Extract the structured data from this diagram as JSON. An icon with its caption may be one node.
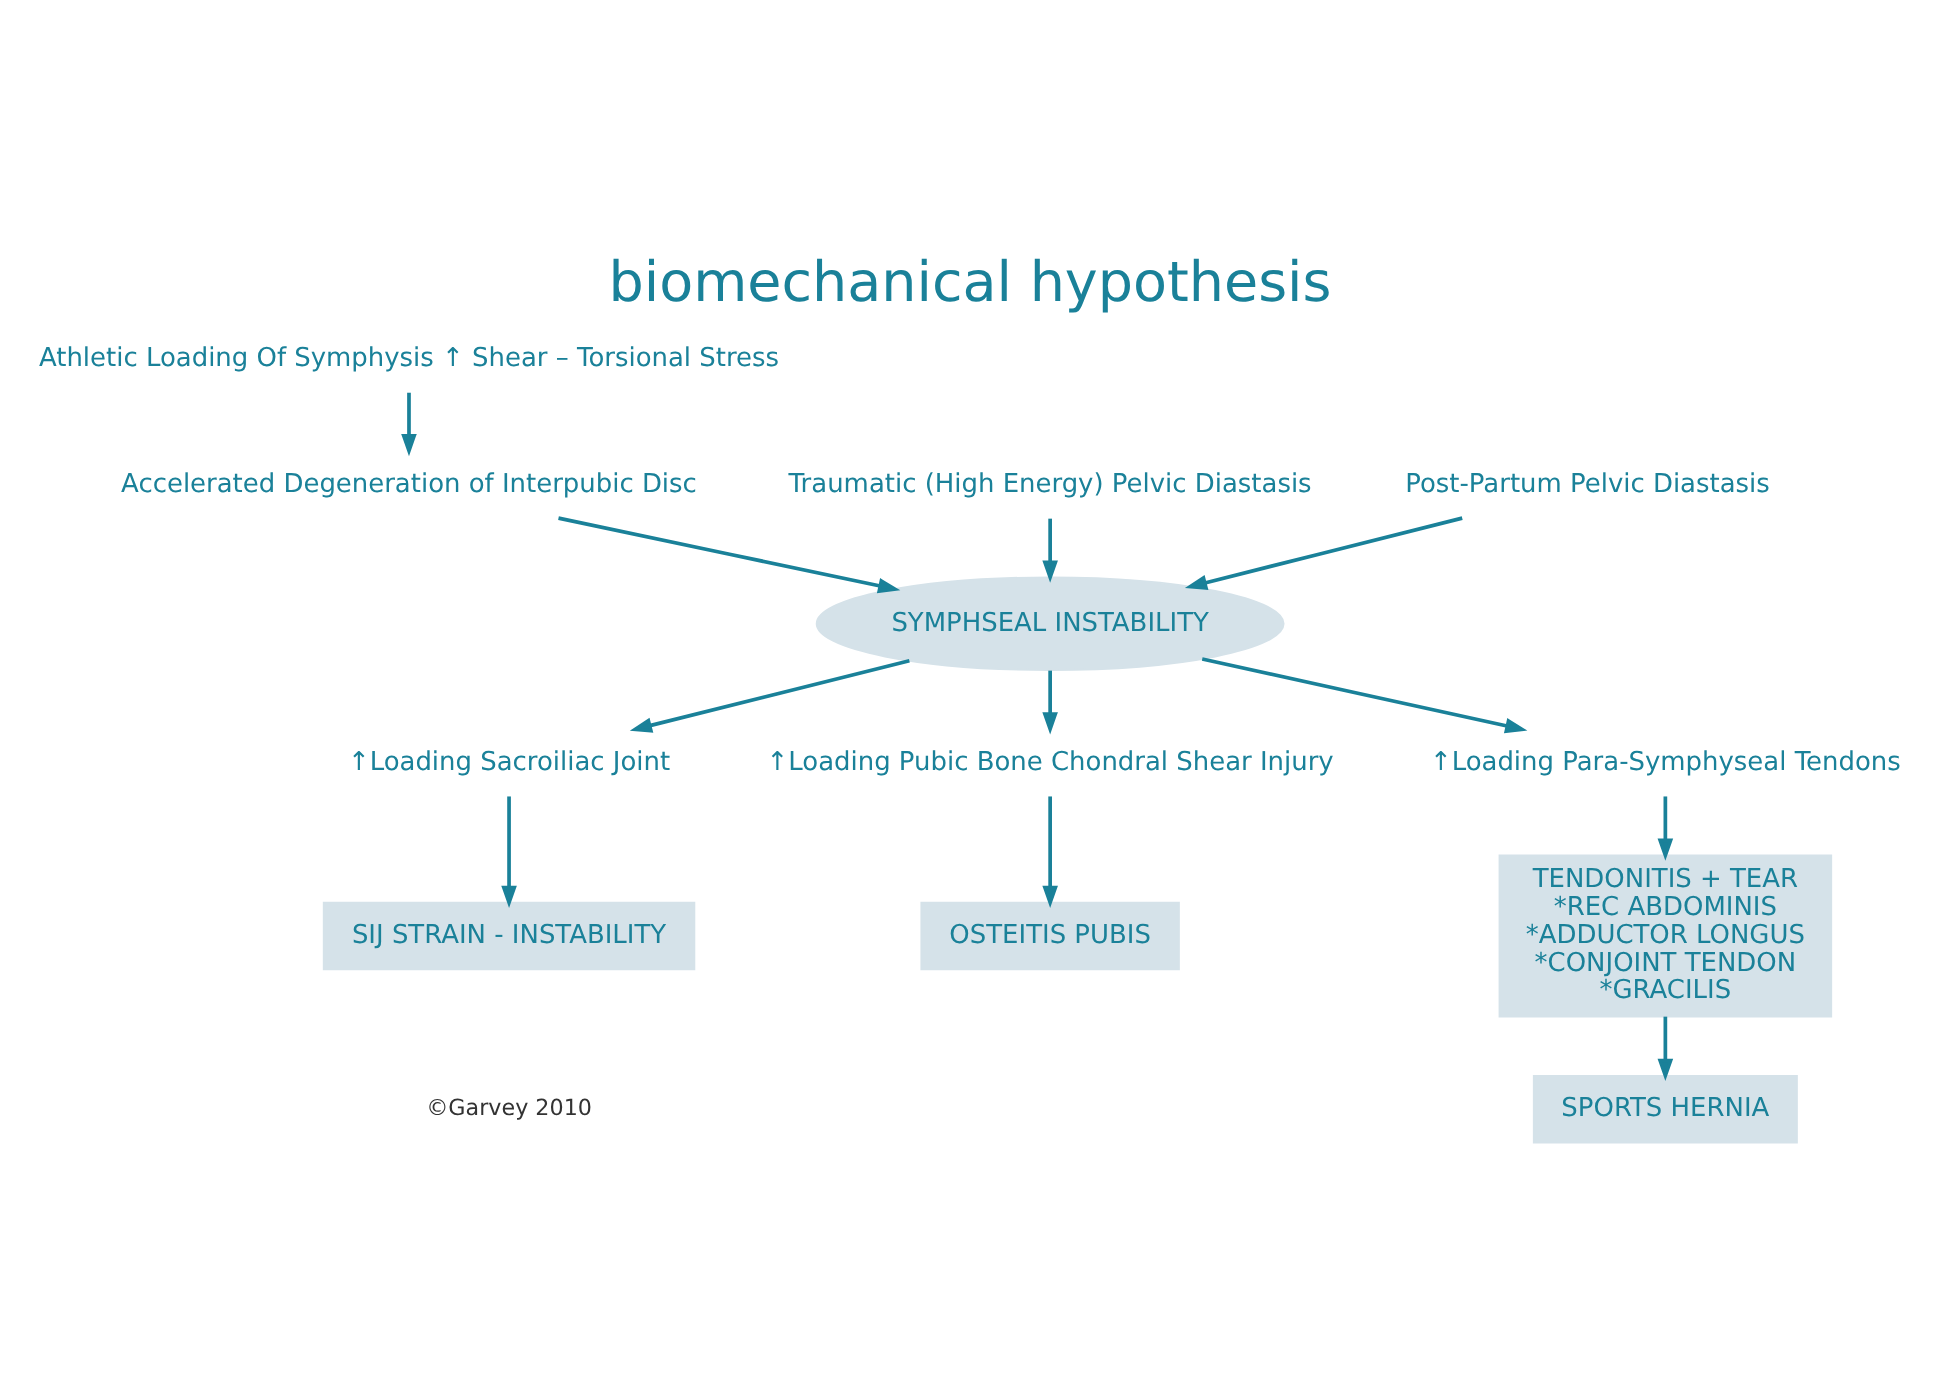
{
  "diagram": {
    "title": "biomechanical hypothesis",
    "nodes": [
      {
        "text": [
          "Athletic Loading Of Symphysis ↑ Shear – Torsional Stress"
        ]
      },
      {
        "text": [
          "Accelerated Degeneration of Interpubic Disc"
        ]
      },
      {
        "text": [
          "Traumatic (High Energy) Pelvic Diastasis"
        ]
      },
      {
        "text": [
          "Post-Partum Pelvic Diastasis"
        ]
      },
      {
        "text": [
          "SYMPHSEAL INSTABILITY"
        ]
      },
      {
        "text": [
          "↑Loading Sacroiliac Joint"
        ]
      },
      {
        "text": [
          "↑Loading Pubic Bone Chondral Shear Injury"
        ]
      },
      {
        "text": [
          "↑Loading Para-Symphyseal Tendons"
        ]
      },
      {
        "text": [
          "SIJ STRAIN - INSTABILITY"
        ]
      },
      {
        "text": [
          "OSTEITIS PUBIS"
        ]
      },
      {
        "text": [
          "TENDONITIS + TEAR",
          "*REC ABDOMINIS",
          "*ADDUCTOR LONGUS",
          "*CONJOINT TENDON",
          "*GRACILIS"
        ]
      },
      {
        "text": [
          "SPORTS HERNIA"
        ]
      }
    ],
    "edges": [
      {
        "from": 0,
        "to": 1,
        "arrow": "to"
      },
      {
        "from": 1,
        "to": 4,
        "arrow": "to"
      },
      {
        "from": 2,
        "to": 4,
        "arrow": "to"
      },
      {
        "from": 3,
        "to": 4,
        "arrow": "to"
      },
      {
        "from": 4,
        "to": 5,
        "arrow": "to"
      },
      {
        "from": 4,
        "to": 6,
        "arrow": "to"
      },
      {
        "from": 4,
        "to": 7,
        "arrow": "to"
      },
      {
        "from": 5,
        "to": 8,
        "arrow": "to"
      },
      {
        "from": 6,
        "to": 9,
        "arrow": "to"
      },
      {
        "from": 7,
        "to": 10,
        "arrow": "to"
      },
      {
        "from": 10,
        "to": 11,
        "arrow": "to"
      }
    ],
    "labels": [
      "©Garvey 2010"
    ]
  }
}
